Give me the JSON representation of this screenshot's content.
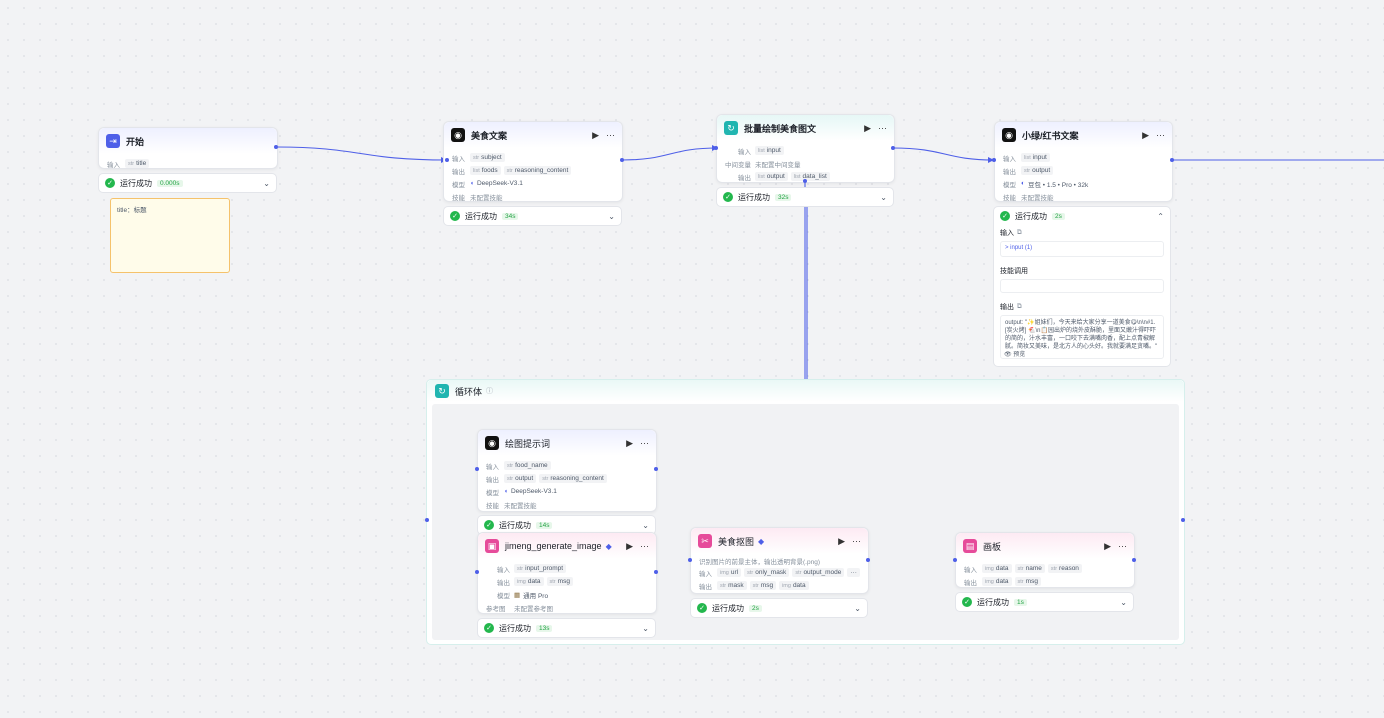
{
  "nodes": {
    "start": {
      "title": "开始",
      "row_input_label": "输入",
      "input_var": "title",
      "input_type": "str"
    },
    "food_copy": {
      "title": "美食文案",
      "r_input": "输入",
      "r_output": "输出",
      "r_model": "模型",
      "r_skill": "技能",
      "input_var": "subject",
      "out_var1": "foods",
      "out_var2": "reasoning_content",
      "model": "DeepSeek-V3.1",
      "skill": "未配置技能"
    },
    "batch": {
      "title": "批量绘制美食图文",
      "r_input": "输入",
      "r_mid": "中间变量",
      "r_output": "输出",
      "input_var": "input",
      "mid_value": "未配置中间变量",
      "out_var1": "output",
      "out_var2": "data_list"
    },
    "xhs": {
      "title": "小绿/红书文案",
      "r_input": "输入",
      "r_output": "输出",
      "r_model": "模型",
      "r_skill": "技能",
      "input_var": "input",
      "out_var": "output",
      "model": "豆包 • 1.5 • Pro • 32k",
      "skill": "未配置技能"
    },
    "prompt_node": {
      "title": "绘图提示词",
      "r_input": "输入",
      "r_output": "输出",
      "r_model": "模型",
      "r_skill": "技能",
      "input_var": "food_name",
      "out_var1": "output",
      "out_var2": "reasoning_content",
      "model": "DeepSeek-V3.1",
      "skill": "未配置技能"
    },
    "jimeng": {
      "title": "jimeng_generate_image",
      "r_input": "输入",
      "r_output": "输出",
      "r_model": "模型",
      "r_ref": "参考图",
      "input_var": "input_prompt",
      "out_var1": "data",
      "out_var2": "msg",
      "model": "通用 Pro",
      "ref": "未配置参考图"
    },
    "cutout": {
      "title": "美食抠图",
      "desc": "识别图片的前景主体，输出透明背景(.png)",
      "r_input": "输入",
      "r_output": "输出",
      "in1": "url",
      "in2": "only_mask",
      "in3": "output_mode",
      "out1": "mask",
      "out2": "msg",
      "out3": "data"
    },
    "canvas": {
      "title": "画板",
      "r_input": "输入",
      "r_output": "输出",
      "in1": "data",
      "in2": "name",
      "in3": "reason",
      "out1": "data",
      "out2": "msg"
    }
  },
  "status": {
    "label": "运行成功",
    "start_dur": "0.000s",
    "food_copy_dur": "34s",
    "batch_dur": "32s",
    "xhs_dur": "2s",
    "prompt_dur": "14s",
    "jimeng_dur": "13s",
    "cutout_dur": "2s",
    "canvas_dur": "1s"
  },
  "note_text": "title：标题",
  "loop": {
    "title": "循环体"
  },
  "panel": {
    "input_label": "输入",
    "input_value": "> input (1)",
    "skill_label": "技能调用",
    "output_label": "输出",
    "output_text": "output: \"✨姐妹们，今天来给大家分享一道美食😋\\n\\n#1.[炭火烤] 🐔\\n📋园出炉的烧外皮酥脆，里面又嫩汁得吓吓的简的，汁水丰富，一口咬下去满嘴肉香，配上点青椒解腻。简妆又美味，是北方人的心头好。我就要满足贪嘴。\"",
    "preview_label": "👁 预览"
  },
  "type_tags": {
    "str": "str",
    "list": "list",
    "img": "img"
  },
  "colors": {
    "accent": "#4e5fe8",
    "success": "#23b74d",
    "teal": "#1fb5b0",
    "pink": "#e64b9a",
    "edge": "#4e5fe8"
  }
}
